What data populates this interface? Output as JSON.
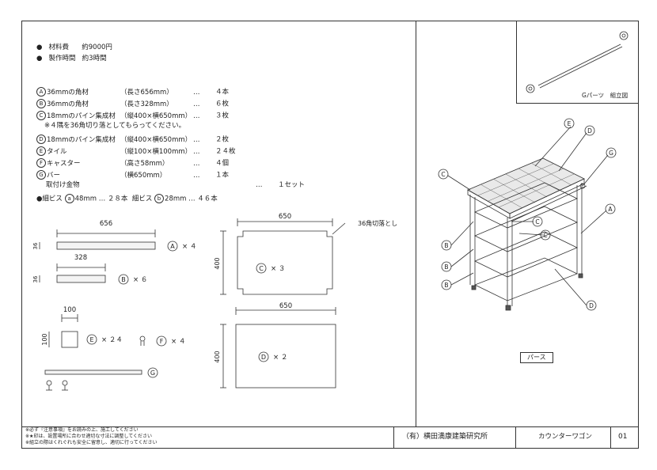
{
  "summary": [
    {
      "label": "材料費",
      "value": "約9000円"
    },
    {
      "label": "製作時間",
      "value": "約3時間"
    }
  ],
  "parts_list": [
    {
      "mark": "A",
      "name": "36mmの角材",
      "spec": "（長さ656mm）",
      "dots": "…",
      "qty": "４本"
    },
    {
      "mark": "B",
      "name": "36mmの角材",
      "spec": "（長さ328mm）",
      "dots": "…",
      "qty": "６枚"
    },
    {
      "mark": "C",
      "name": "18mmのパイン集成材",
      "spec": "（縦400×横650mm）",
      "dots": "…",
      "qty": "３枚"
    },
    {
      "mark": "",
      "name": "※４隅を36角切り落としてもらってください。",
      "spec": "",
      "dots": "",
      "qty": ""
    },
    {
      "mark": "D",
      "name": "18mmのパイン集成材",
      "spec": "（縦400×横650mm）",
      "dots": "…",
      "qty": "２枚"
    },
    {
      "mark": "E",
      "name": "タイル",
      "spec": "（縦100×横100mm）",
      "dots": "…",
      "qty": "２４枚"
    },
    {
      "mark": "F",
      "name": "キャスター",
      "spec": "（高さ58mm）",
      "dots": "…",
      "qty": "４個"
    },
    {
      "mark": "G",
      "name": "バー",
      "spec": "（横650mm）",
      "dots": "…",
      "qty": "１本"
    },
    {
      "mark": "",
      "name": "取付け金物",
      "spec": "",
      "dots": "…",
      "qty": "１セット"
    }
  ],
  "screws_line": {
    "prefix": "●細ビス",
    "a_mark": "a",
    "a_text": "48mm … ２８本",
    "mid": "細ビス",
    "b_mark": "b",
    "b_text": "28mm … ４６本"
  },
  "drawings": {
    "A": {
      "length": "656",
      "thick": "36",
      "label": "A",
      "mult": "× ４"
    },
    "B": {
      "length": "328",
      "thick": "36",
      "label": "B",
      "mult": "× ６"
    },
    "C": {
      "width": "650",
      "height": "400",
      "label": "C",
      "mult": "× ３",
      "note": "36角切落とし"
    },
    "D": {
      "width": "650",
      "height": "400",
      "label": "D",
      "mult": "× ２"
    },
    "E": {
      "size_w": "100",
      "size_h": "100",
      "label": "E",
      "mult": "× ２４"
    },
    "F": {
      "label": "F",
      "mult": "× ４"
    },
    "G": {
      "label": "G"
    }
  },
  "g_parts_caption": "Gパーツ　組立図",
  "perspective": {
    "caption": "パース",
    "callouts": [
      "E",
      "D",
      "C",
      "G",
      "A",
      "C",
      "C",
      "B",
      "B",
      "B",
      "D"
    ]
  },
  "title_block": {
    "notes": [
      "※必ず『注意事項』をお読みの上、施工してください",
      "※★印は、設置場所に合わせ適切な寸法に調整してください",
      "※組立の際はくれぐれも安全に留意し、適切に行ってください"
    ],
    "company": "（有）横田満康建築研究所",
    "project": "カウンターワゴン",
    "sheet": "01"
  }
}
